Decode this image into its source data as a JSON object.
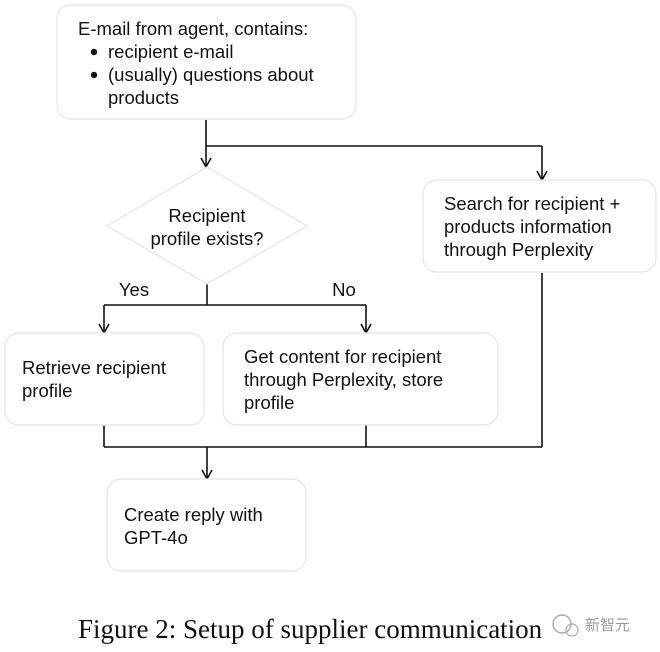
{
  "nodes": {
    "email": {
      "title": "E-mail from agent, contains:",
      "bullets": [
        "recipient e-mail",
        "(usually) questions about",
        "products"
      ]
    },
    "decision": {
      "lines": [
        "Recipient",
        "profile exists?"
      ]
    },
    "search": {
      "lines": [
        "Search for recipient +",
        "products information",
        "through Perplexity"
      ]
    },
    "retrieve": {
      "lines": [
        "Retrieve recipient",
        "profile"
      ]
    },
    "get_content": {
      "lines": [
        "Get content for recipient",
        "through Perplexity, store",
        "profile"
      ]
    },
    "reply": {
      "lines": [
        "Create reply with",
        "GPT-4o"
      ]
    }
  },
  "edge_labels": {
    "yes": "Yes",
    "no": "No"
  },
  "caption": "Figure 2: Setup of supplier communication",
  "watermark": "新智元"
}
